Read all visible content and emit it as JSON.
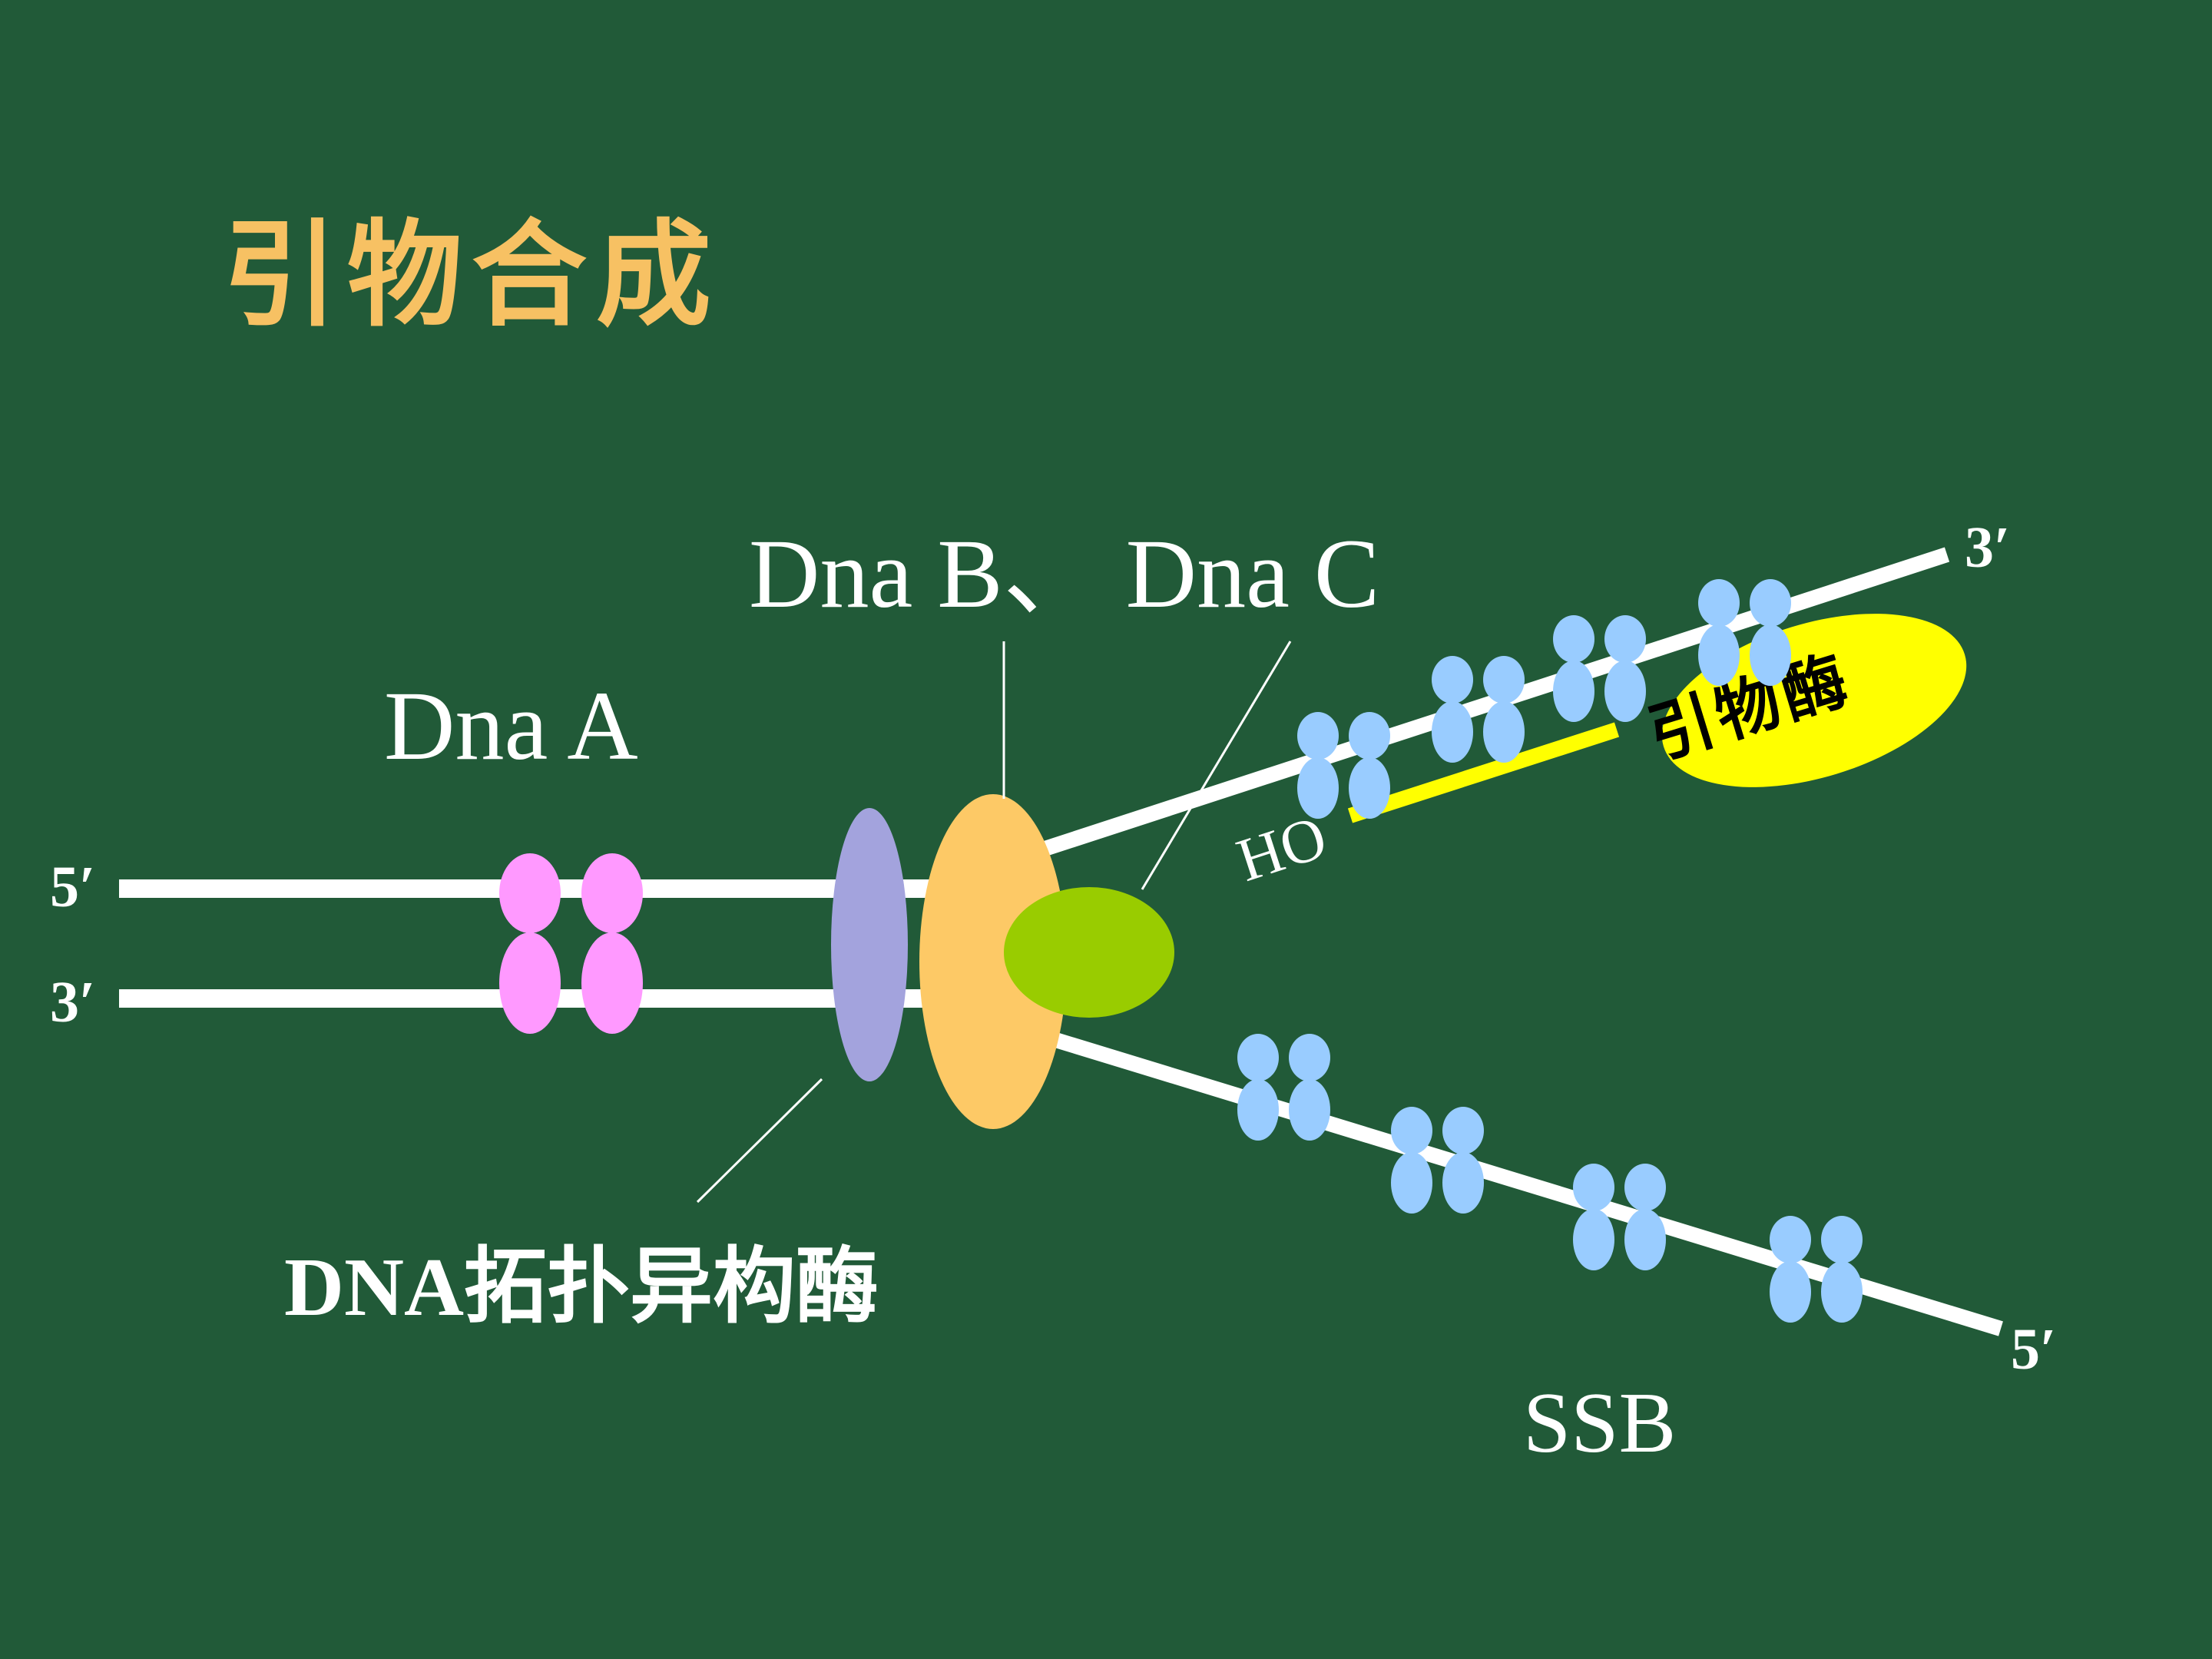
{
  "title": "引物合成",
  "labels": {
    "dna_a": "Dna A",
    "dna_bc": "Dna B、 Dna C",
    "topoisomerase": "DNA拓扑异构酶",
    "primase": "引物酶",
    "ssb": "SSB",
    "ho": "HO",
    "left_top_end": "5′",
    "left_bottom_end": "3′",
    "upper_strand_end": "3′",
    "lower_strand_end": "5′"
  },
  "colors": {
    "background": "#215a38",
    "title": "#f7c163",
    "strand": "#ffffff",
    "dna_a_protein": "#ff99ff",
    "topoisomerase": "#a3a3dd",
    "dna_b": "#fdc966",
    "dna_c": "#99cc00",
    "ssb": "#99ccff",
    "primase": "#ffff00",
    "primer": "#ffff00"
  }
}
